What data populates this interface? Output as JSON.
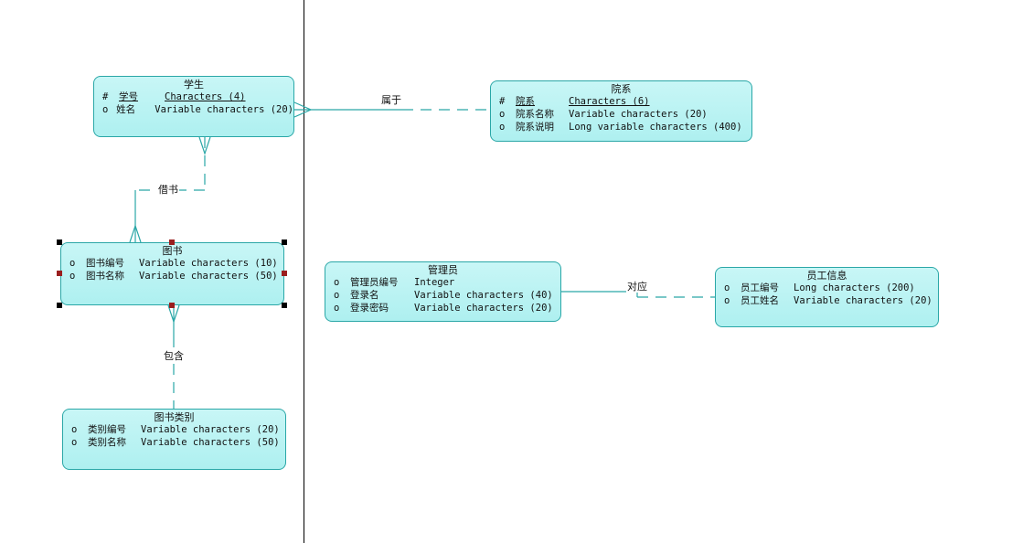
{
  "entities": {
    "student": {
      "title": "学生",
      "attrs": [
        {
          "mark": "#",
          "name": "学号",
          "type": "Characters (4)",
          "pk": true
        },
        {
          "mark": "o",
          "name": "姓名",
          "type": "Variable characters (20)",
          "pk": false
        }
      ]
    },
    "department": {
      "title": "院系",
      "attrs": [
        {
          "mark": "#",
          "name": "院系",
          "type": "Characters (6)",
          "pk": true
        },
        {
          "mark": "o",
          "name": "院系名称",
          "type": "Variable characters (20)",
          "pk": false
        },
        {
          "mark": "o",
          "name": "院系说明",
          "type": "Long variable characters (400)",
          "pk": false
        }
      ]
    },
    "book": {
      "title": "图书",
      "attrs": [
        {
          "mark": "o",
          "name": "图书编号",
          "type": "Variable characters (10)",
          "pk": false
        },
        {
          "mark": "o",
          "name": "图书名称",
          "type": "Variable characters (50)",
          "pk": false
        }
      ]
    },
    "category": {
      "title": "图书类别",
      "attrs": [
        {
          "mark": "o",
          "name": "类别编号",
          "type": "Variable characters (20)",
          "pk": false
        },
        {
          "mark": "o",
          "name": "类别名称",
          "type": "Variable characters (50)",
          "pk": false
        }
      ]
    },
    "admin": {
      "title": "管理员",
      "attrs": [
        {
          "mark": "o",
          "name": "管理员编号",
          "type": "Integer",
          "pk": false
        },
        {
          "mark": "o",
          "name": "登录名",
          "type": "Variable characters (40)",
          "pk": false
        },
        {
          "mark": "o",
          "name": "登录密码",
          "type": "Variable characters (20)",
          "pk": false
        }
      ]
    },
    "staff": {
      "title": "员工信息",
      "attrs": [
        {
          "mark": "o",
          "name": "员工编号",
          "type": "Long characters (200)",
          "pk": false
        },
        {
          "mark": "o",
          "name": "员工姓名",
          "type": "Variable characters (20)",
          "pk": false
        }
      ]
    }
  },
  "relationships": {
    "belongs_to": "属于",
    "borrows": "借书",
    "contains": "包含",
    "corresponds": "对应"
  },
  "colors": {
    "entity_fill": "#aef0f0",
    "entity_border": "#2aa7a7",
    "link": "#2aa7a7",
    "divider": "#000000"
  }
}
